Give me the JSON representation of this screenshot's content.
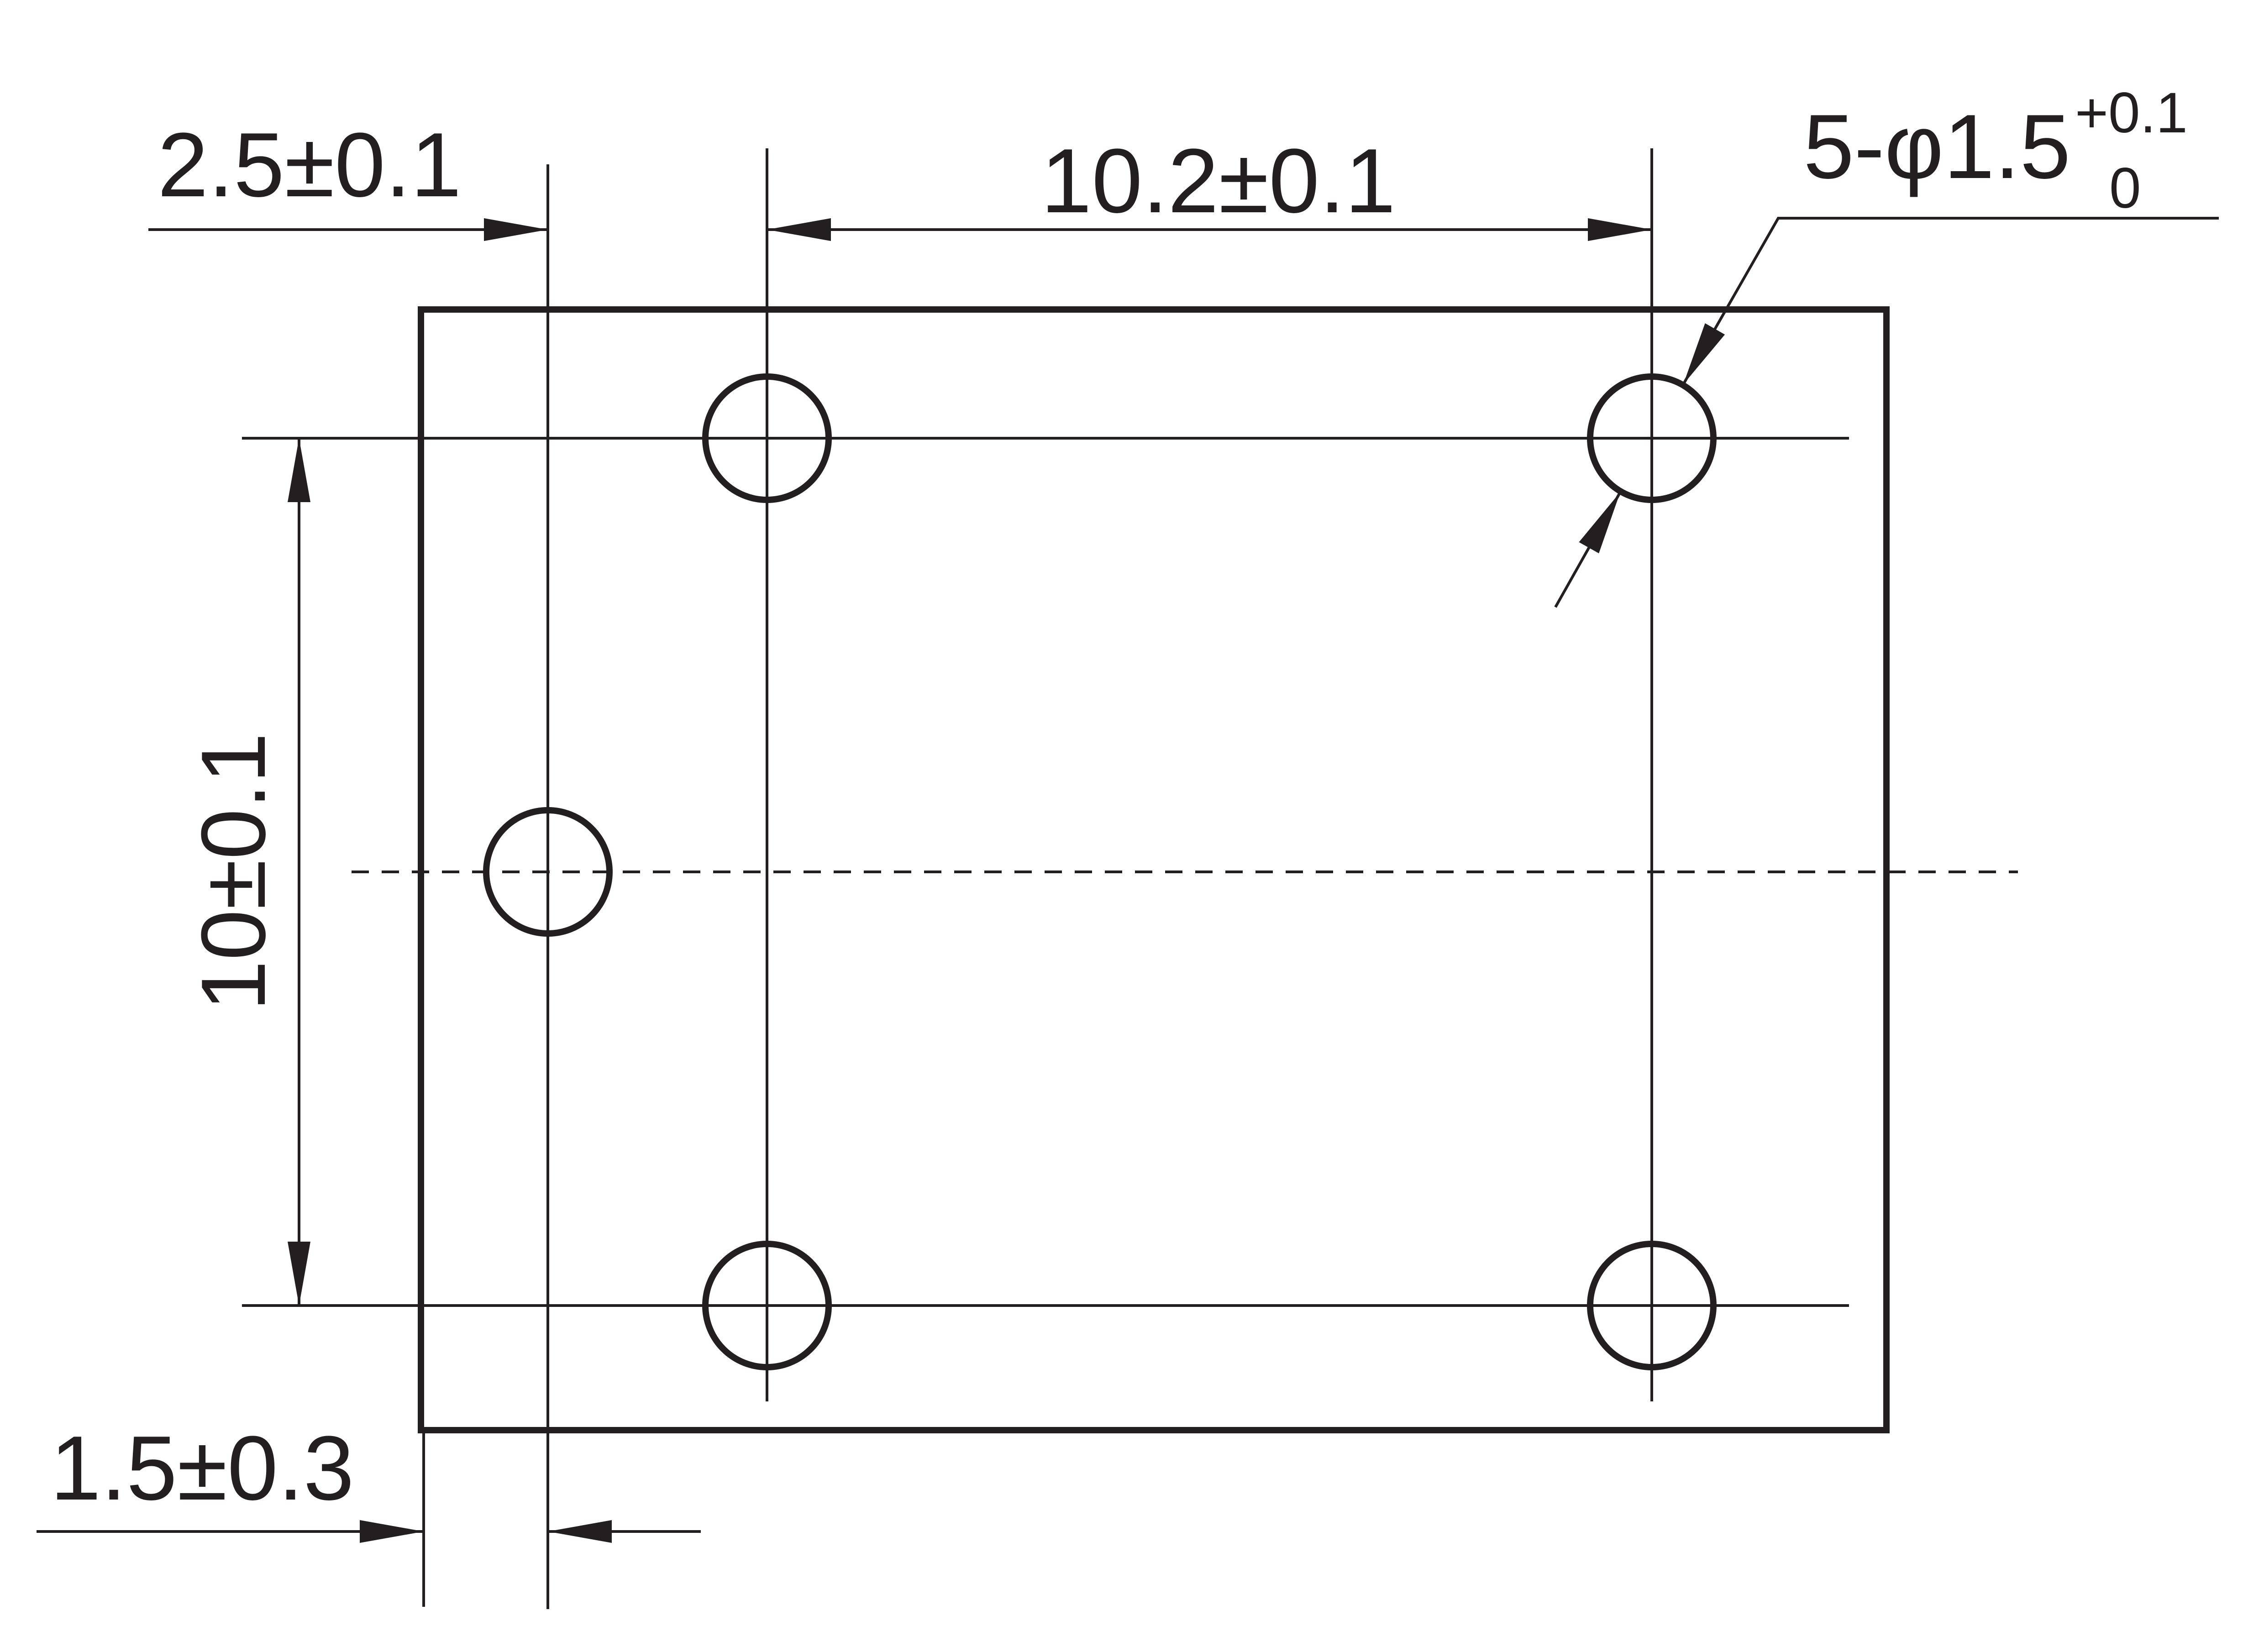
{
  "colors": {
    "line": "#231f20",
    "background": "#ffffff"
  },
  "dimensions": {
    "left_offset": "2.5±0.1",
    "hole_spacing_horizontal": "10.2±0.1",
    "hole_spacing_vertical": "10±0.1",
    "edge_offset": "1.5±0.3",
    "hole_callout": {
      "main": "5-φ1.5",
      "upper_tolerance": "+0.1",
      "lower_tolerance": "0"
    }
  }
}
